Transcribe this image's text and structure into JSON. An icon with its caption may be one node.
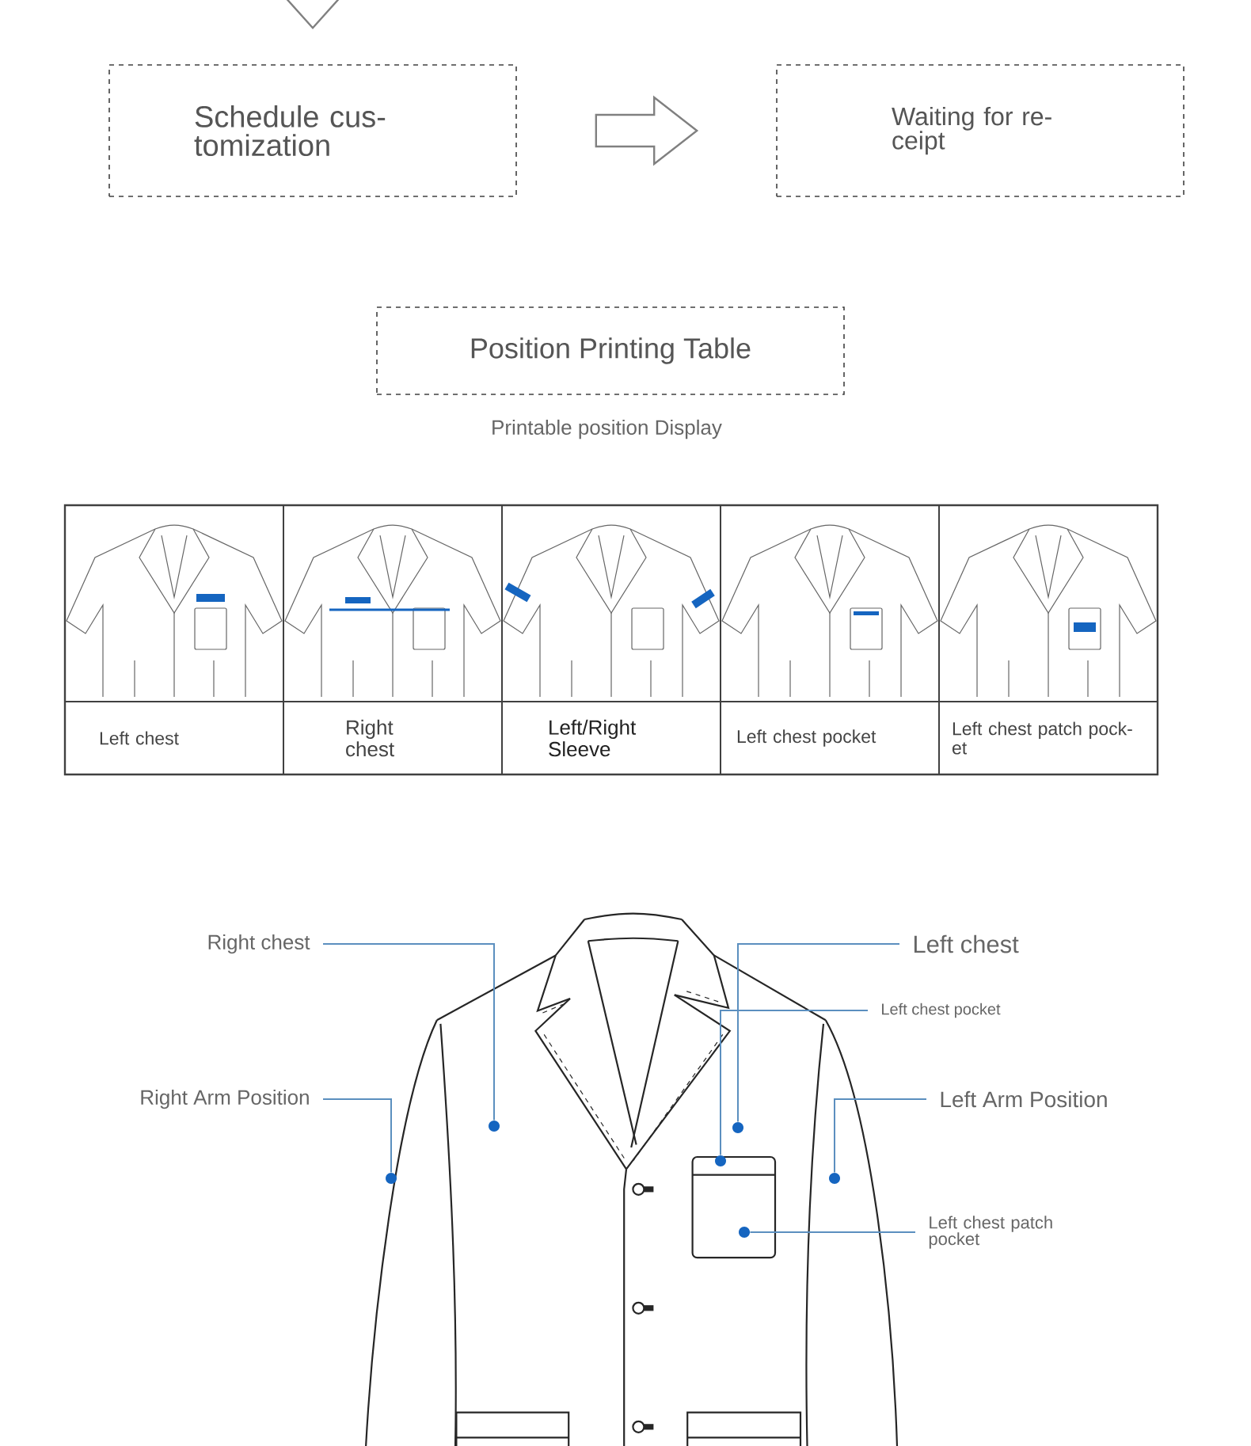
{
  "diagram": {
    "nodes": [
      {
        "text": [
          "Schedule cus- tomization"
        ]
      },
      {
        "text": [
          "Waiting for re- ceipt"
        ]
      },
      {
        "text": [
          "Position Printing Table"
        ],
        "beside": [
          "Printable position Display"
        ]
      },
      {
        "text": [
          "Right chest"
        ]
      },
      {
        "text": [
          "Left chest"
        ]
      },
      {
        "text": [
          "Left chest pocket"
        ]
      },
      {
        "text": [
          "Right Arm Position"
        ]
      },
      {
        "text": [
          "Left Arm Position"
        ]
      },
      {
        "text": [
          "Left chest patch pocket"
        ]
      },
      {
        "text": [],
        "shape": "circle"
      },
      {
        "text": [],
        "shape": "circle"
      },
      {
        "text": [],
        "shape": "circle"
      },
      {
        "text": [],
        "shape": "circle"
      },
      {
        "text": [],
        "shape": "circle"
      },
      {
        "text": [],
        "shape": "circle"
      }
    ],
    "edges": [
      {
        "from": null,
        "to": 0,
        "arrow": "to",
        "color": "#808080"
      },
      {
        "from": 0,
        "to": 1,
        "arrow": "to",
        "color": "#808080"
      },
      {
        "from": 3,
        "to": 10,
        "arrow": "none"
      },
      {
        "from": 4,
        "to": 12,
        "arrow": "none"
      },
      {
        "from": 5,
        "to": 11,
        "arrow": "none"
      },
      {
        "from": 6,
        "to": 9,
        "arrow": "none"
      },
      {
        "from": 7,
        "to": 14,
        "arrow": "none"
      },
      {
        "from": 8,
        "to": 13,
        "arrow": "none"
      }
    ],
    "labels": [
      "Left chest",
      "Right chest",
      "Left/Right Sleeve",
      "Left chest pocket",
      "Left chest patch pock- et"
    ]
  }
}
